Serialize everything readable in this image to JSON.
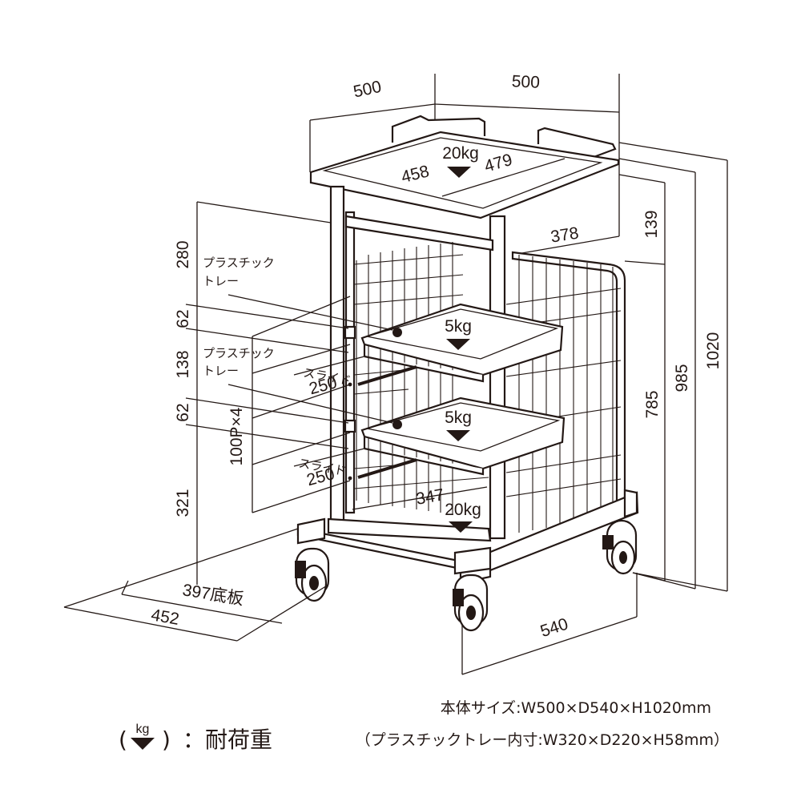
{
  "top": {
    "width_left": "500",
    "width_right": "500",
    "tray_load": "20kg",
    "inner_w": "458",
    "inner_d": "479",
    "rail_depth": "378",
    "top_gap": "139"
  },
  "heights": {
    "h1020": "1020",
    "h985": "985",
    "h785": "785"
  },
  "left_dims": {
    "d280": "280",
    "d62a": "62",
    "d138": "138",
    "d62b": "62",
    "d321": "321",
    "pitch": "100P×4"
  },
  "trays": {
    "label_line1": "プラスチック",
    "label_line2": "トレー",
    "tray_load": "5kg",
    "slide_label": "スライド",
    "slide_len": "250"
  },
  "bottom": {
    "shelf_w": "347",
    "shelf_load": "20kg",
    "base_board": "397底板",
    "base_width": "452",
    "depth": "540"
  },
  "footer": {
    "body_size": "本体サイズ:W500×D540×H1020mm",
    "tray_size": "（プラスチックトレー内寸:W320×D220×H58mm）",
    "kg_mark": "kg",
    "legend_label": "：耐荷重"
  }
}
